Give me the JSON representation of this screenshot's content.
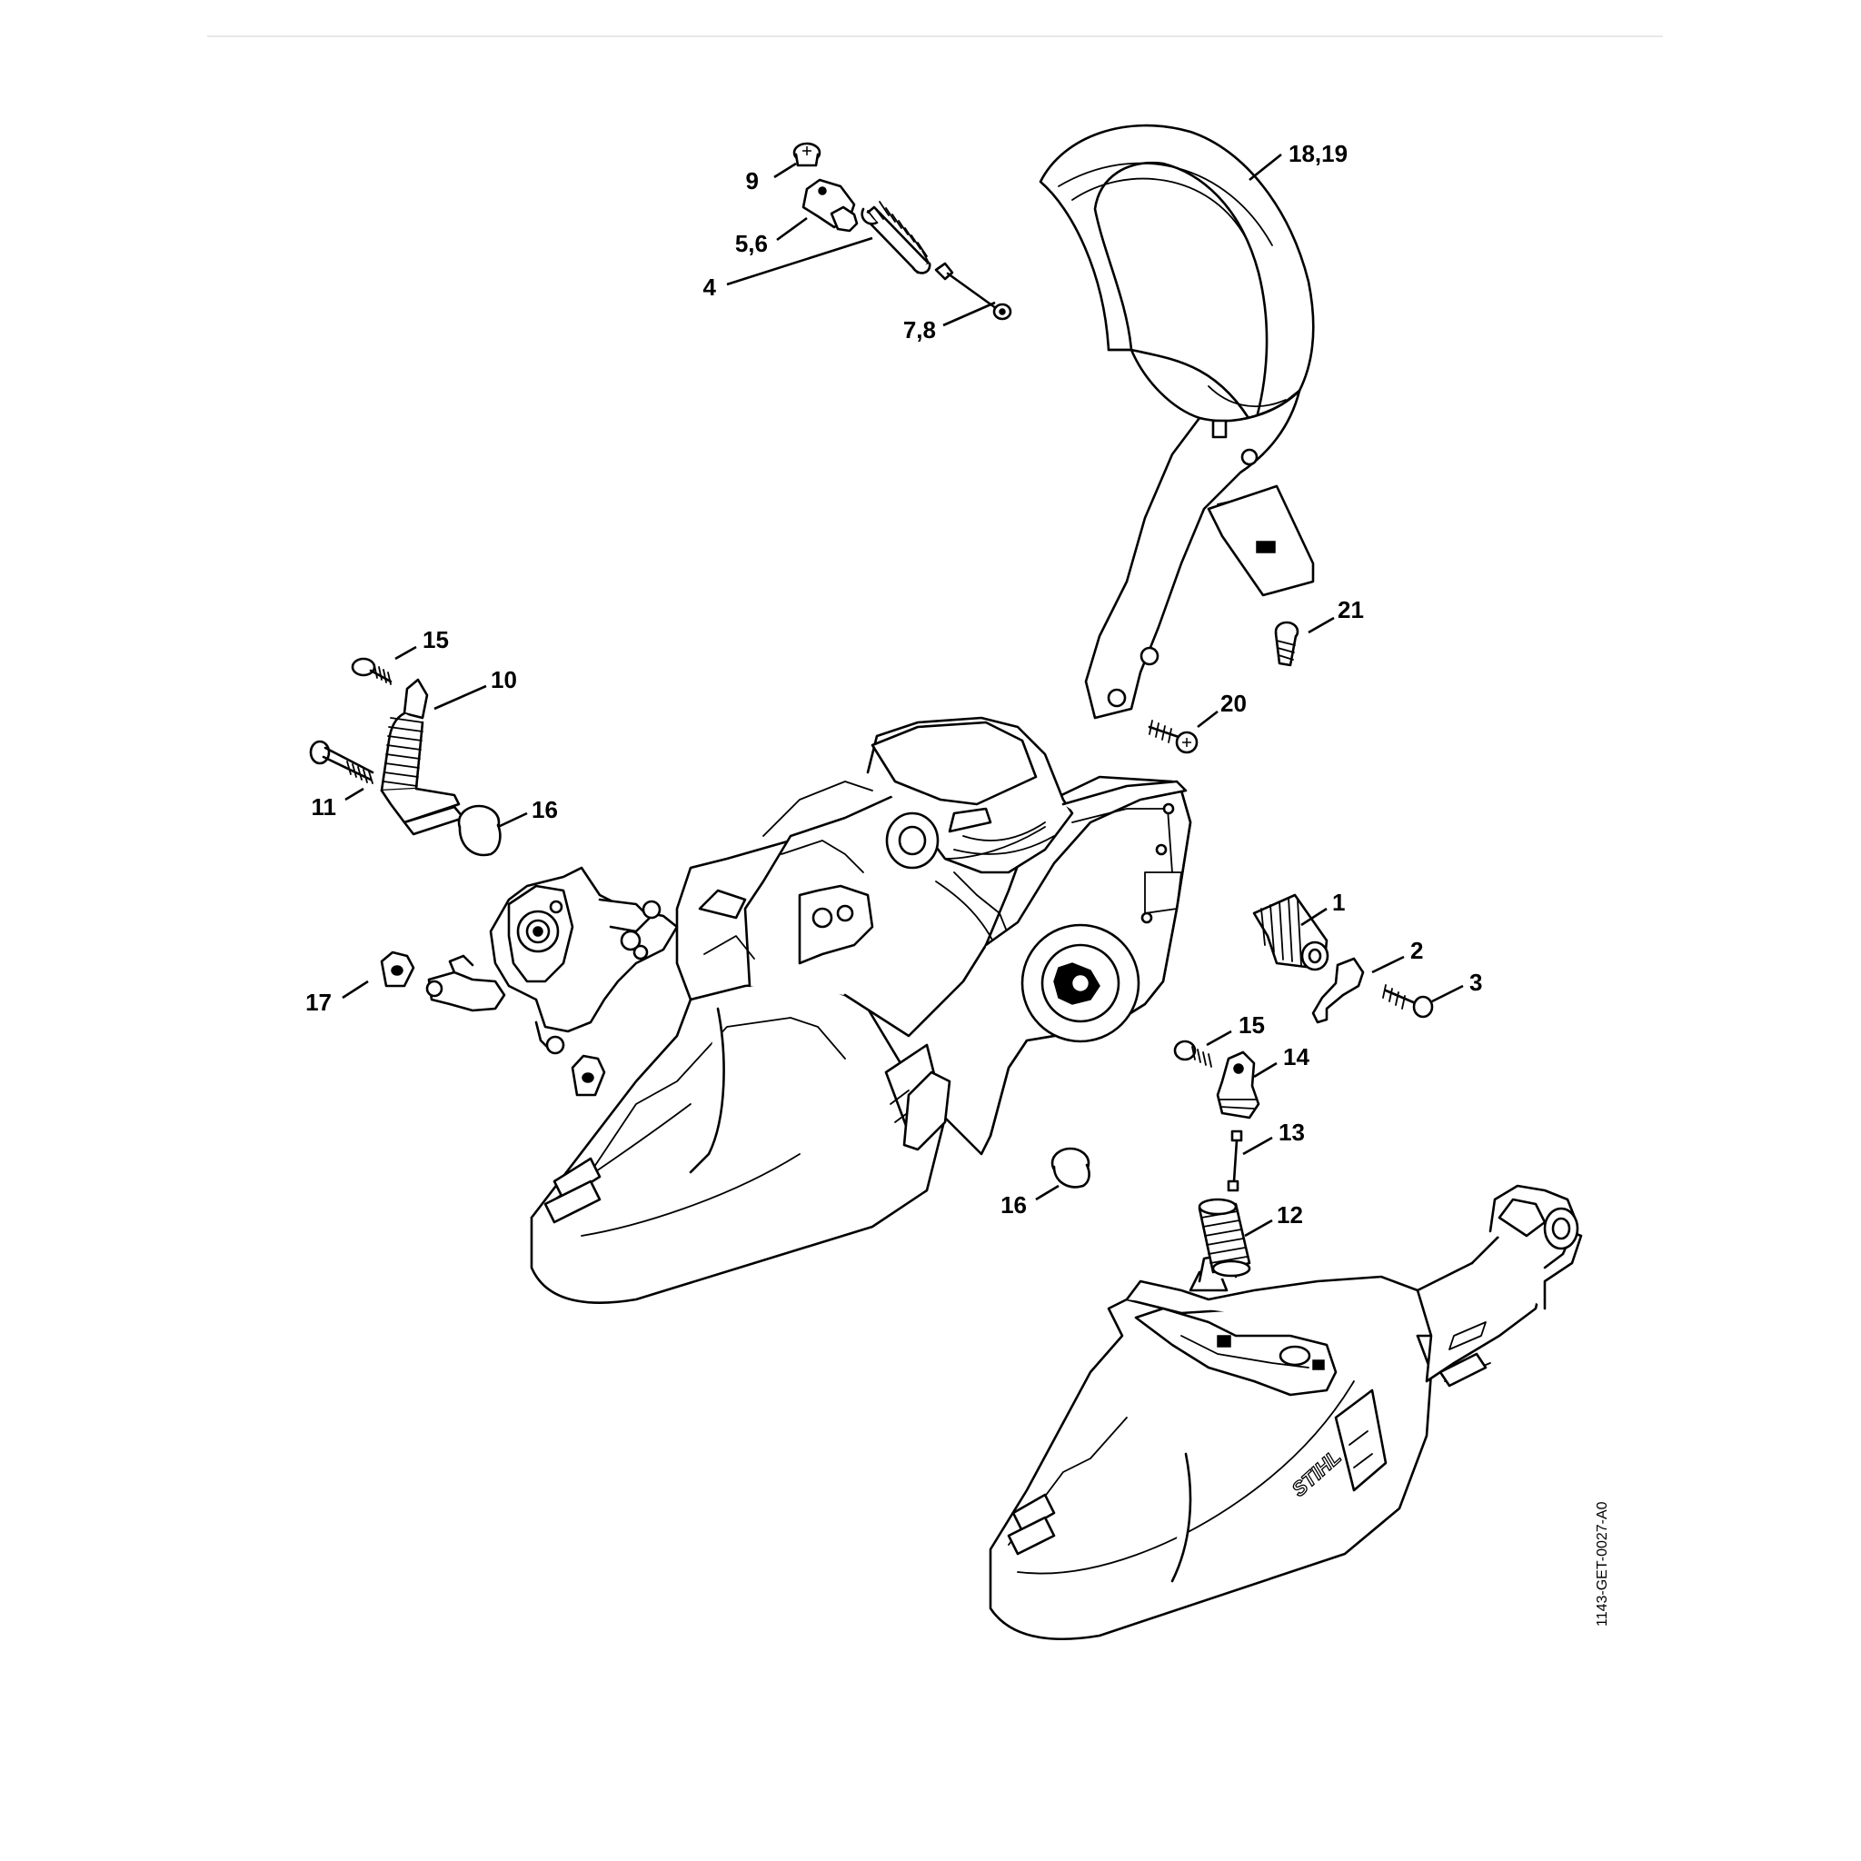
{
  "diagram": {
    "doc_number": "1143-GET-0027-A0",
    "brand_mark": "STIHL",
    "callouts": [
      {
        "id": "c1",
        "text": "1"
      },
      {
        "id": "c2",
        "text": "2"
      },
      {
        "id": "c3",
        "text": "3"
      },
      {
        "id": "c4",
        "text": "4"
      },
      {
        "id": "c56",
        "text": "5,6"
      },
      {
        "id": "c78",
        "text": "7,8"
      },
      {
        "id": "c9",
        "text": "9"
      },
      {
        "id": "c10",
        "text": "10"
      },
      {
        "id": "c11",
        "text": "11"
      },
      {
        "id": "c12",
        "text": "12"
      },
      {
        "id": "c13",
        "text": "13"
      },
      {
        "id": "c14",
        "text": "14"
      },
      {
        "id": "c15a",
        "text": "15"
      },
      {
        "id": "c15b",
        "text": "15"
      },
      {
        "id": "c16a",
        "text": "16"
      },
      {
        "id": "c16b",
        "text": "16"
      },
      {
        "id": "c17",
        "text": "17"
      },
      {
        "id": "c1819",
        "text": "18,19"
      },
      {
        "id": "c20",
        "text": "20"
      },
      {
        "id": "c21",
        "text": "21"
      }
    ]
  }
}
